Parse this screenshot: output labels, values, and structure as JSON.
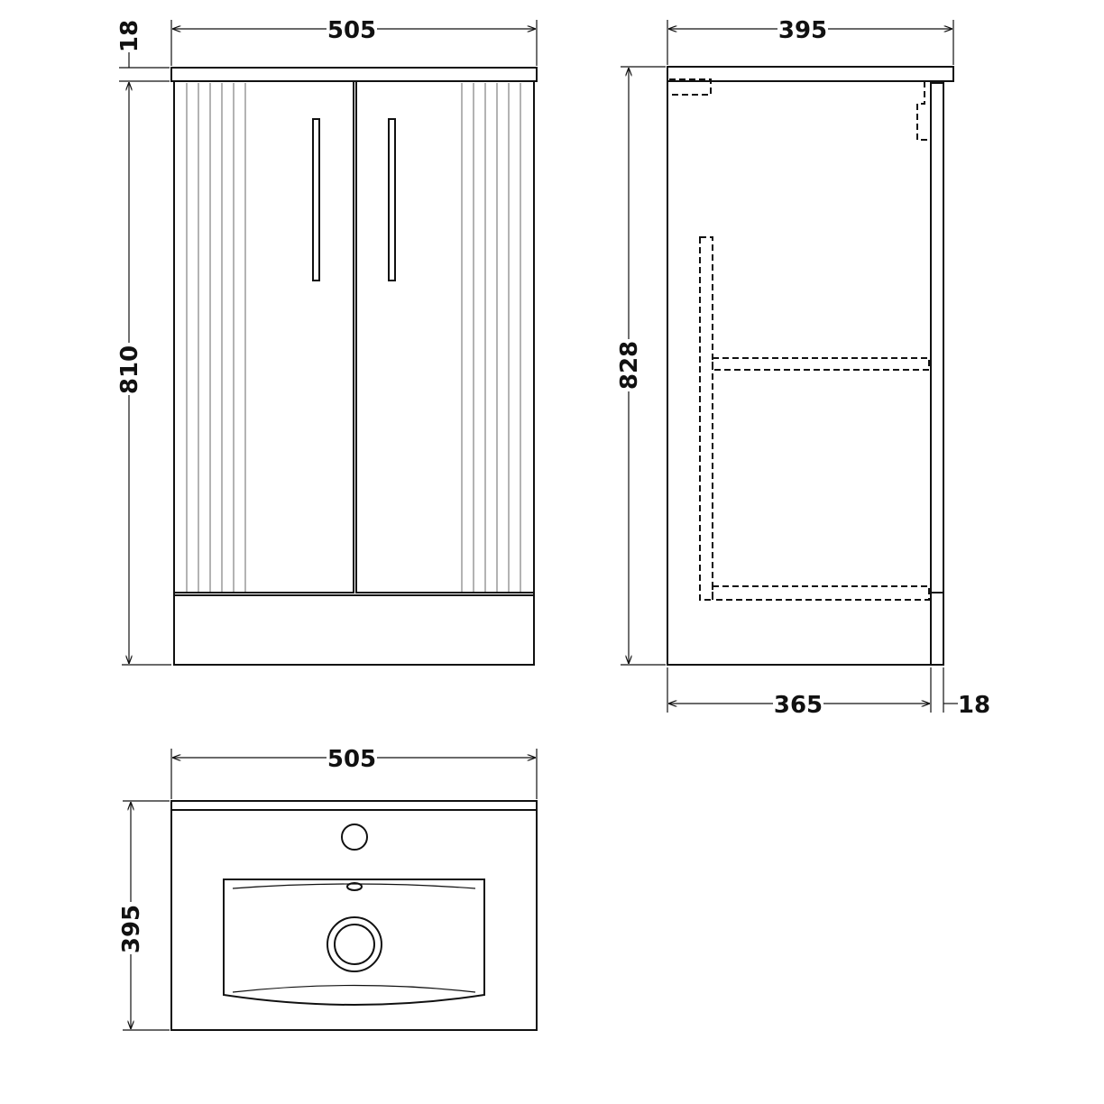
{
  "front_view": {
    "width_label": "505",
    "top_thickness_label": "18",
    "height_label": "810"
  },
  "side_view": {
    "depth_label": "395",
    "height_label": "828",
    "carcass_depth_label": "365",
    "door_thickness_label": "18"
  },
  "top_view": {
    "width_label": "505",
    "depth_label": "395"
  },
  "colors": {
    "line": "#111111",
    "flute": "#9a9a9a",
    "background": "#ffffff"
  }
}
